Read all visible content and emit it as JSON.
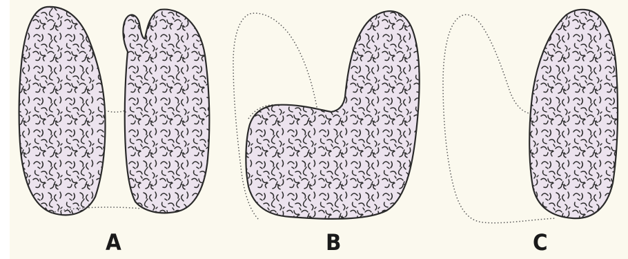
{
  "labels": {
    "a": "A",
    "b": "B",
    "c": "C"
  },
  "colors": {
    "background": "#fbf9ee",
    "lobe_fill": "#ece3ee",
    "outline": "#2a2a2a",
    "texture": "#2a2a2a",
    "removed_outline": "#555555"
  }
}
